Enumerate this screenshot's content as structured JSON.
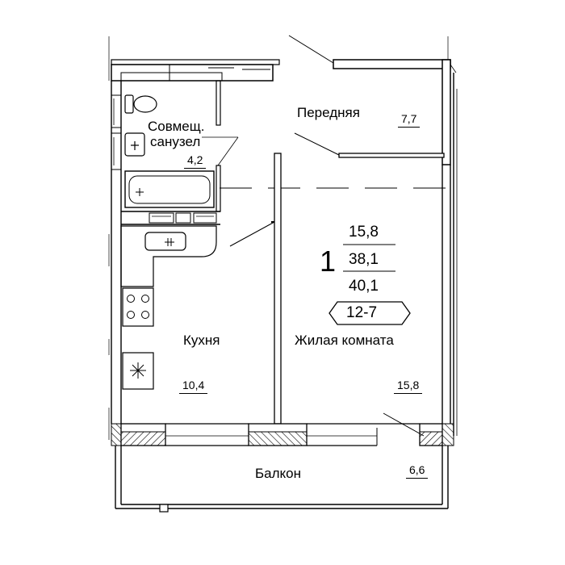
{
  "plan": {
    "rooms": {
      "hall": {
        "name": "Передняя",
        "area": "7,7"
      },
      "bathroom": {
        "name_line1": "Совмещ.",
        "name_line2": "санузел",
        "area": "4,2"
      },
      "kitchen": {
        "name": "Кухня",
        "area": "10,4"
      },
      "living": {
        "name": "Жилая комната",
        "area": "15,8"
      },
      "balcony": {
        "name": "Балкон",
        "area": "6,6"
      }
    },
    "summary": {
      "rooms_count": "1",
      "living_area": "15,8",
      "total_area": "38,1",
      "total_with_balcony": "40,1",
      "apartment_code": "12-7"
    }
  }
}
